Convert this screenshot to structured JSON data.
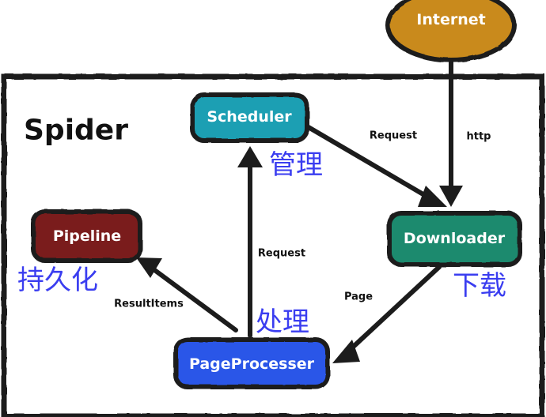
{
  "diagram": {
    "title": "Spider",
    "nodes": {
      "internet": {
        "label": "Internet",
        "color": "#c98a1c"
      },
      "scheduler": {
        "label": "Scheduler",
        "color": "#1a9fb3"
      },
      "downloader": {
        "label": "Downloader",
        "color": "#1f8a6e"
      },
      "pipeline": {
        "label": "Pipeline",
        "color": "#7a1f1a"
      },
      "pageprocesser": {
        "label": "PageProcesser",
        "color": "#2b57e8"
      }
    },
    "edges": {
      "scheduler_to_downloader": "Request",
      "internet_to_downloader": "http",
      "processer_to_scheduler": "Request",
      "downloader_to_processer": "Page",
      "processer_to_pipeline": "ResultItems"
    },
    "annotations": {
      "scheduler": "管理",
      "pipeline": "持久化",
      "downloader": "下载",
      "pageprocesser": "处理"
    }
  }
}
